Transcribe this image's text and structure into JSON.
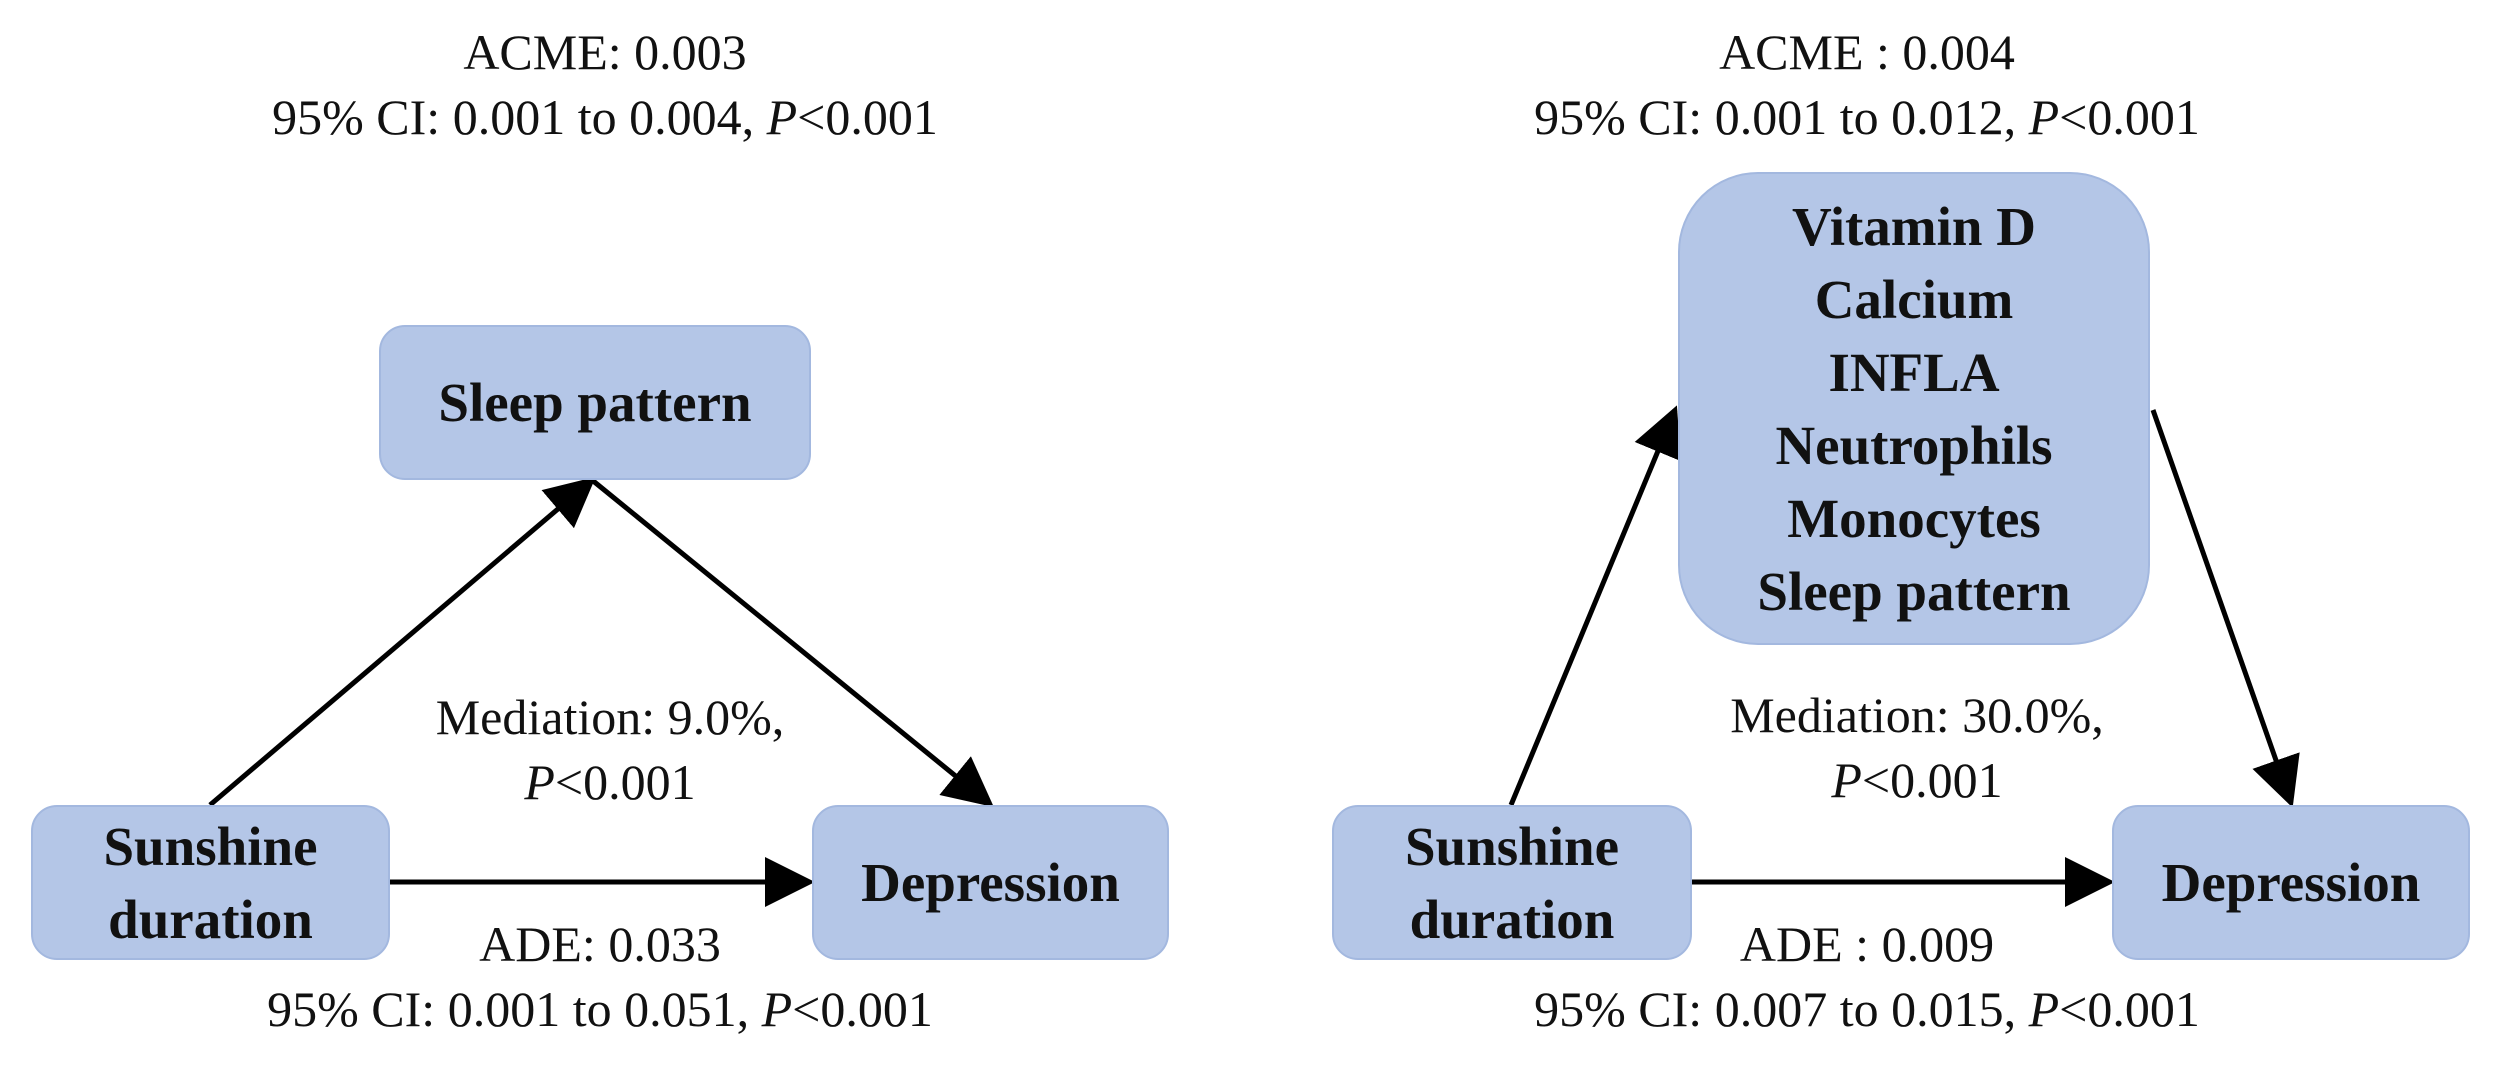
{
  "left": {
    "acme": {
      "line1": "ACME: 0.003",
      "ci_prefix": "95% CI: 0.001 to 0.004, ",
      "p_letter": "P",
      "p_rest": "<0.001"
    },
    "mediator": {
      "label": "Sleep pattern"
    },
    "exposure": {
      "line1": "Sunshine",
      "line2": "duration"
    },
    "outcome": {
      "label": "Depression"
    },
    "mediation": {
      "line1": "Mediation: 9.0%,",
      "p_letter": "P",
      "p_rest": "<0.001"
    },
    "ade": {
      "line1": "ADE: 0.033",
      "ci_prefix": "95% CI: 0.001 to 0.051, ",
      "p_letter": "P",
      "p_rest": "<0.001"
    }
  },
  "right": {
    "acme": {
      "line1": "ACME : 0.004",
      "ci_prefix": "95% CI: 0.001 to 0.012, ",
      "p_letter": "P",
      "p_rest": "<0.001"
    },
    "mediators": [
      "Vitamin D",
      "Calcium",
      "INFLA",
      "Neutrophils",
      "Monocytes",
      "Sleep pattern"
    ],
    "exposure": {
      "line1": "Sunshine",
      "line2": "duration"
    },
    "outcome": {
      "label": "Depression"
    },
    "mediation": {
      "line1": "Mediation: 30.0%,",
      "p_letter": "P",
      "p_rest": "<0.001"
    },
    "ade": {
      "line1": "ADE : 0.009",
      "ci_prefix": "95% CI: 0.007 to 0.015, ",
      "p_letter": "P",
      "p_rest": "<0.001"
    }
  }
}
